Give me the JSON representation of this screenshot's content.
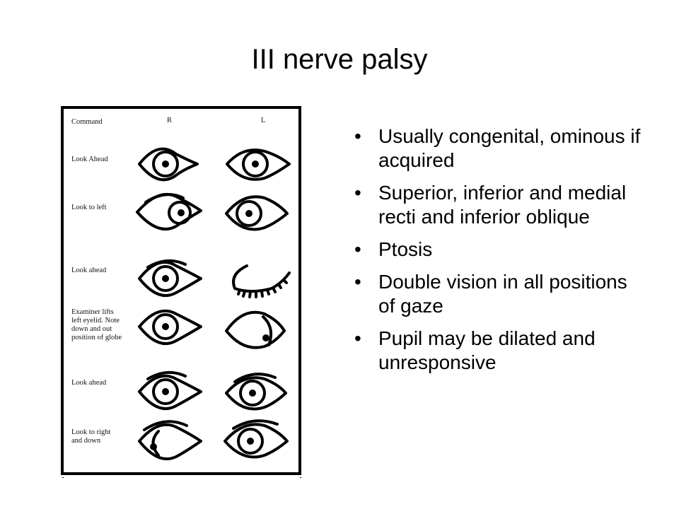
{
  "slide": {
    "title": "III nerve palsy"
  },
  "figure": {
    "header": {
      "command": "Command",
      "right": "R",
      "left": "L"
    },
    "rows": [
      {
        "command": [
          "Look Ahead"
        ]
      },
      {
        "command": [
          "Look to left"
        ]
      },
      {
        "command": [
          "Look ahead"
        ]
      },
      {
        "command": [
          "Examiner lifts",
          "left eyelid.  Note",
          "down and out",
          "position of globe"
        ]
      },
      {
        "command": [
          "Look ahead"
        ]
      },
      {
        "command": [
          "Look to right",
          "and down"
        ]
      }
    ]
  },
  "bullets": [
    {
      "marker": "•",
      "text": "Usually congenital, ominous if acquired"
    },
    {
      "marker": "•",
      "text": "Superior, inferior and medial recti and inferior oblique"
    },
    {
      "marker": "•",
      "text": "Ptosis"
    },
    {
      "marker": "•",
      "text": "Double vision in all positions of gaze"
    },
    {
      "marker": "•",
      "text": "Pupil may be dilated and unresponsive"
    }
  ]
}
